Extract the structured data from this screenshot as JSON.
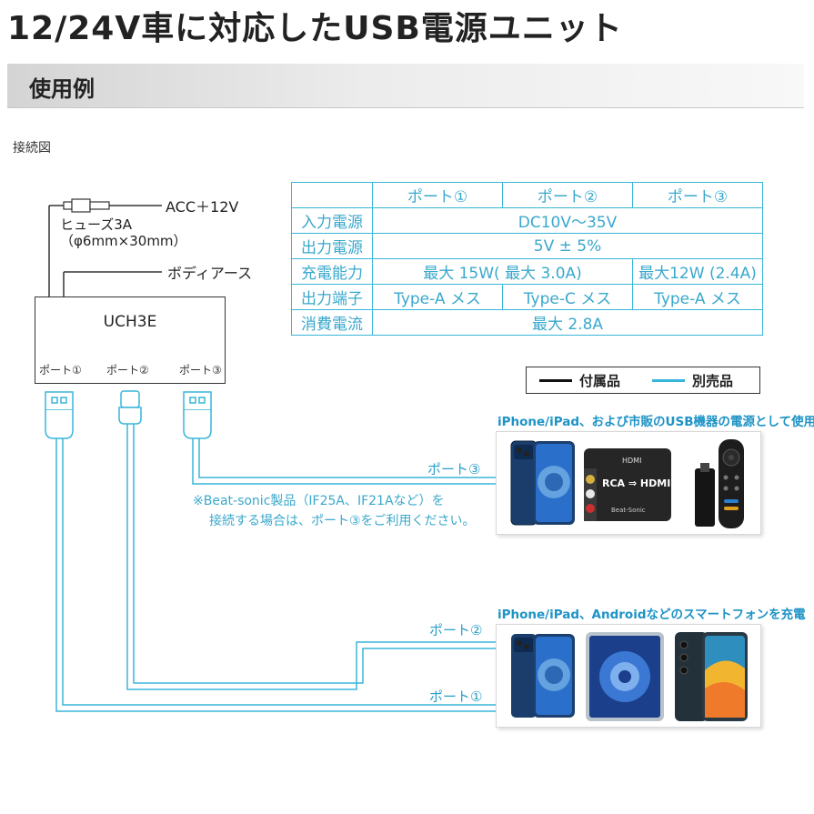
{
  "title": "12/24V車に対応したUSB電源ユニット",
  "section": "使用例",
  "diagram_label": "接続図",
  "wires": {
    "acc": "ACC＋12V",
    "fuse_line1": "ヒューズ3A",
    "fuse_line2": "（φ6mm×30mm）",
    "ground": "ボディアース"
  },
  "unit": {
    "name": "UCH3E",
    "ports": [
      "ポート①",
      "ポート②",
      "ポート③"
    ]
  },
  "spec_table": {
    "header": [
      "",
      "ポート①",
      "ポート②",
      "ポート③"
    ],
    "rows": [
      {
        "label": "入力電源",
        "cells": [
          "DC10V〜35V"
        ]
      },
      {
        "label": "出力電源",
        "cells": [
          "5V ± 5%"
        ]
      },
      {
        "label": "充電能力",
        "cells": [
          "最大 15W( 最大 3.0A)",
          "最大12W (2.4A)"
        ]
      },
      {
        "label": "出力端子",
        "cells": [
          "Type-A メス",
          "Type-C メス",
          "Type-A メス"
        ]
      },
      {
        "label": "消費電流",
        "cells": [
          "最大 2.8A"
        ]
      }
    ]
  },
  "legend": {
    "included": "付属品",
    "sold_separately": "別売品",
    "included_color": "#111111",
    "separate_color": "#38b6d9"
  },
  "panel_top": {
    "title": "iPhone/iPad、および市販のUSB機器の電源として使用",
    "port": "ポート③",
    "device_box_text1": "HDMI",
    "device_box_text2": "RCA ⇒ HDMI",
    "device_box_text3": "Beat-Sonic"
  },
  "note": {
    "line1": "※Beat-sonic製品（IF25A、IF21Aなど）を",
    "line2": "接続する場合は、ポート③をご利用ください。"
  },
  "panel_bottom": {
    "title": "iPhone/iPad、Androidなどのスマートフォンを充電",
    "port2": "ポート②",
    "port1": "ポート①"
  }
}
